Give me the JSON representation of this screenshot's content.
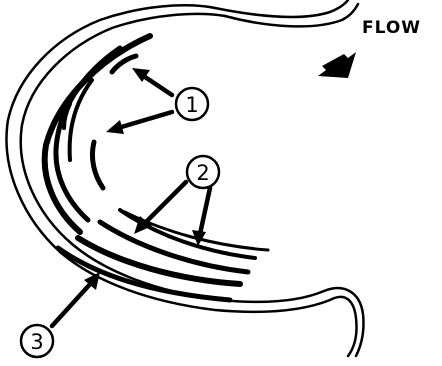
{
  "flow_label": "FLOW",
  "callouts": {
    "c1": "1",
    "c2": "2",
    "c3": "3"
  },
  "colors": {
    "ink": "#000000",
    "paper": "#ffffff"
  }
}
